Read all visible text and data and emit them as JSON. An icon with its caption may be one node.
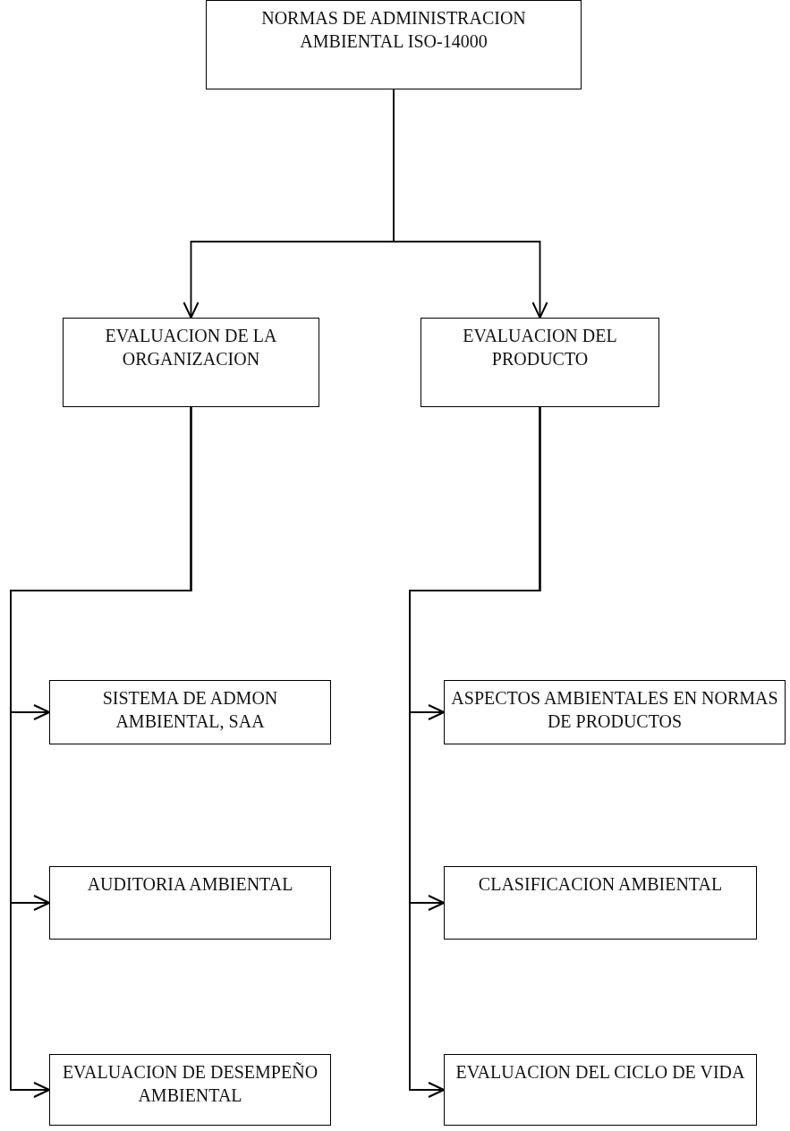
{
  "diagram": {
    "nodes": [
      {
        "text": [
          "NORMAS DE ADMINISTRACION AMBIENTAL ISO-14000"
        ]
      },
      {
        "text": [
          "EVALUACION DE LA ORGANIZACION"
        ]
      },
      {
        "text": [
          "EVALUACION DEL PRODUCTO"
        ]
      },
      {
        "text": [
          "SISTEMA DE ADMON AMBIENTAL, SAA"
        ]
      },
      {
        "text": [
          "AUDITORIA AMBIENTAL"
        ]
      },
      {
        "text": [
          "EVALUACION DE DESEMPEÑO AMBIENTAL"
        ]
      },
      {
        "text": [
          "ASPECTOS AMBIENTALES EN NORMAS DE PRODUCTOS"
        ]
      },
      {
        "text": [
          "CLASIFICACION AMBIENTAL"
        ]
      },
      {
        "text": [
          "EVALUACION DEL CICLO DE VIDA"
        ]
      }
    ],
    "edges": [
      {
        "from": 0,
        "to": 1,
        "arrow": "to"
      },
      {
        "from": 0,
        "to": 2,
        "arrow": "to"
      },
      {
        "from": 1,
        "to": 3,
        "arrow": "to"
      },
      {
        "from": 1,
        "to": 4,
        "arrow": "to"
      },
      {
        "from": 1,
        "to": 5,
        "arrow": "to"
      },
      {
        "from": 2,
        "to": 6,
        "arrow": "to"
      },
      {
        "from": 2,
        "to": 7,
        "arrow": "to"
      },
      {
        "from": 2,
        "to": 8,
        "arrow": "to"
      }
    ]
  }
}
